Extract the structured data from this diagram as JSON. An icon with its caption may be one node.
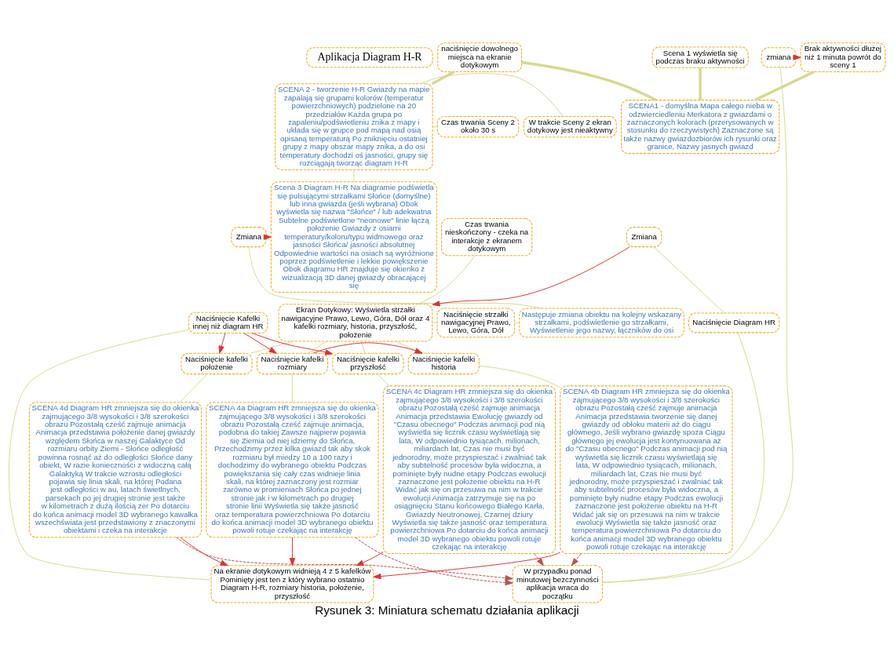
{
  "diagram": {
    "caption": "Rysunek 3: Miniatura schematu działania aplikacji",
    "nodes": [
      {
        "text": [
          "Aplikacja Diagram H-R"
        ]
      },
      {
        "text": [
          "Brak aktywności dłużej niż 1 minuta powrót do sceny 1"
        ]
      },
      {
        "text": [
          "SCENA1 - domyślna Mapa całego nieba w odzwierciedleniu Merkatora z gwiazdami o zaznaczonych kolorach (przerysowanych w stosunku do rzeczywistych) Zaznaczone są także nazwy gwiazdozbiorów ich rysunki oraz granice, Nazwy jasnych gwiazd"
        ]
      },
      {
        "text": [
          "Scena 1 wyświetla się podczas braku aktywności"
        ]
      },
      {
        "text": [
          "naciśnięcie dowolnego miejsca na ekranie dotykowym"
        ]
      },
      {
        "text": [
          "SCENA 2 - tworzenie H-R Gwiazdy na mapie zapalają się grupami kolorów (temperatur powierzchniowych) podzielone na 20 przedziałów Każda grupa po zapaleniu/podświetleniu znika z mapy i układa się w grupce pod mapą nad osią opisaną temperaturą Po zniknięciu ostatniej grupy z mapy obszar mapy znika, a do osi temperatury dochodzi oś jasności, grupy się rozciągają tworząc diagram H-R"
        ]
      },
      {
        "text": [
          "W trakcie Sceny 2 ekran dotykowy jest nieaktywny"
        ]
      },
      {
        "text": [
          "Czas trwania Sceny 2 około 30 s"
        ]
      },
      {
        "text": [
          "zmiana"
        ]
      },
      {
        "text": [
          "Zmiana"
        ]
      },
      {
        "text": [
          "Scena 3 Diagram H-R Na diagramie podświetla się pulsującymi strzałkami Słońce (domyślne) lub inna gwiazda (jeśli wybrana) Obok wyświetla się nazwa \"Słońce\" / lub adekwatna Subtelne podświetlone \"neonowe\" linie łączą położenie Gwiazdy z osiami temperatury/koloru/typu widmowego oraz jasności Słońca/ jasności absolutnej Odpowiednie wartości na osiach są wyróżnione poprzez podświetlenie i lekkie powiększenie Obok diagramu HR znajduje się okienko z wizualizacją 3D danej gwiazdy obracającej się"
        ]
      },
      {
        "text": [
          "Czas trwania nieskończony - czeka na interakcje z ekranem dotykowym"
        ]
      },
      {
        "text": [
          "Zmiana"
        ]
      },
      {
        "text": [
          "Ekran Dotykowy: Wyświetla strzałki nawigacyjne Prawo, Lewo, Góra, Dół oraz 4 kafelki rozmiary, historia, przyszłość, położenie"
        ]
      },
      {
        "text": [
          "Naciśnięcie strzałki nawigacyjnej Prawo, Lewo, Góra, Dół"
        ]
      },
      {
        "text": [
          "Następuje zmiana obiektu na kolejny wskazany strzałkami, podświetlenie go strzałkami, Wyświetlenie jego nazwy, łączników do osi"
        ]
      },
      {
        "text": [
          "Naciśnięcie Kafelki innej niż diagram HR"
        ]
      },
      {
        "text": [
          "Naciśnięcie kafelki rozmiary"
        ]
      },
      {
        "text": [
          "Naciśnięcie kafelki historia"
        ]
      },
      {
        "text": [
          "Naciśnięcie kafelki przyszłość"
        ]
      },
      {
        "text": [
          "Naciśnięcie kafelki położenie"
        ]
      },
      {
        "text": [
          "SCENA 4a Diagram HR zmniejsza się do okienka zajmującego 3/8 wysokości i 3/8 szerokości obrazu Pozostałą cześć zajmuje animacja, podobna do takiej Zawsze najpierw pojawia się Ziemia od niej idziemy do Słońca, Przechodzimy przez kilka gwiazd tak aby skok rozmiaru był miedzy 10 a 100 razy i dochodzimy do wybranego obiektu Podczas powiększania się cały czas widnieje linia skali, na której zaznaczony jest rozmiar zarówno w promieniach Słońca po jednej stronie jak i w kilometrach po drugiej stronie linii Wyświetla się także jasność oraz temperatura powierzchniowa Po dotarciu do końca animacji model 3D wybranego obiektu powoli rotuje czekając na interakcję"
        ]
      },
      {
        "text": [
          "SCENA 4b Diagram HR zmniejsza się do okienka zajmującego 3/8 wysokości i 3/8 szerokości obrazu Pozostałą cześć zajmuje animacja Animacja przedstawia tworzenie się danej gwiazdy od obłoku materii aż do ciągu głównego, Jeśli wybrano gwiazdę spoza Ciągu głównego jej ewolucja jest kontynuowana aż do \"Czasu obecnego\" Podczas animacji pod nią wyświetla się licznik czasu wyświetlają się lata, W odpowiednio tysiącach, milionach, miliardach lat, Czas nie musi być jednorodny, może przyspieszać i zwalniać tak aby subtelność procesów była widoczna, a pominięte były nudne etapy Podczas ewolucji zaznaczone jest położenie obiektu na H-R Widać jak się on przesuwa na nim w trakcie ewolucji Wyświetla się także jasność oraz temperatura powierzchniowa Po dotarciu do końca animacji model 3D wybranego obiektu powoli rotuje czekając na interakcję"
        ]
      },
      {
        "text": [
          "SCENA 4c Diagram HR zmniejsza się do okienka zajmującego 3/8 wysokości i 3/8 szerokości obrazu Pozostałą cześć zajmuje animacja Animacja przedstawia Ewolucję gwiazdy od \"Czasu obecnego\" Podczas animacji pod nią wyświetla się licznik czasu wyświetlają się lata, W odpowiednio tysiącach, milionach, miliardach lat, Czas nie musi być jednorodny, może przyspieszać i zwalniać tak aby subtelność procesów była widoczna, a pominięte były nudne etapy Podczas ewolucji zaznaczone jest położenie obiektu na H-R Widać jak się on przesuwa na nim w trakcie ewolucji Animacja zatrzymuje się na po osiągnięciu Stanu końcowego Białego Karła, Gwiazdy Neutronowej, Czarnej dziury Wyświetla się także jasność oraz temperatura powierzchniowa Po dotarciu do końca animacji model 3D wybranego obiektu powoli rotuje czekając na interakcję"
        ]
      },
      {
        "text": [
          "SCENA 4d Diagram HR zmniejsza się do okienka zajmującego 3/8 wysokości i 3/8 szerokości obrazu Pozostałą cześć zajmuje animacja Animacja przedstawia położenie danej gwiazdy względem Słońca w naszej Galaktyce Od rozmiaru orbity Ziemi - Słońce odległość powinna rosnąć aż do odległości Słońce dany obiekt, W razie konieczności z widoczną całą Galaktyką W trakcie wzrostu odległości pojawia się linia skali, na której Podana jest odległości w au, latach świetlnych, parsekach po jej drugiej stronie jest także w kilometrach z dużą ilością zer Po dotarciu do końca animacji model 3D wybranego kawałka wszechświata jest przedstawiony z znaczonymi obiektami i czeka na interakcje"
        ]
      },
      {
        "text": [
          "Naciśnięcie Diagram HR"
        ]
      },
      {
        "text": [
          "Na ekranie dotykowym widnieją 4 z 5 kafelków Pominięty jest ten z który wybrano ostatnio Diagram H-R, rozmiary historia, położenie, przyszłość"
        ]
      },
      {
        "text": [
          "W przypadku ponad minutowej bezczynności aplikacja wraca do początku"
        ]
      }
    ],
    "edges": [
      {
        "from": 1,
        "to": 2,
        "arrow": "none",
        "style": "thick"
      },
      {
        "from": 2,
        "to": 3,
        "arrow": "none",
        "style": "thick"
      },
      {
        "from": 2,
        "to": 4,
        "arrow": "none",
        "style": "thick"
      },
      {
        "from": 4,
        "to": 5,
        "arrow": "none",
        "style": "thick"
      },
      {
        "from": 5,
        "to": 6,
        "arrow": "none"
      },
      {
        "from": 5,
        "to": 7,
        "arrow": "none"
      },
      {
        "from": 5,
        "to": 10,
        "arrow": "none"
      },
      {
        "from": 8,
        "to": 1,
        "arrow": "to",
        "color": "#e03030"
      },
      {
        "from": 8,
        "to": 27,
        "arrow": "none"
      },
      {
        "from": 9,
        "to": 10,
        "arrow": "to",
        "color": "#e03030"
      },
      {
        "from": 9,
        "to": 15,
        "arrow": "none"
      },
      {
        "from": 11,
        "to": 13,
        "arrow": "none"
      },
      {
        "from": 12,
        "to": 13,
        "arrow": "to",
        "color": "#e03030"
      },
      {
        "from": 12,
        "to": 25,
        "arrow": "none"
      },
      {
        "from": 13,
        "to": 14,
        "arrow": "none"
      },
      {
        "from": 14,
        "to": 15,
        "arrow": "none"
      },
      {
        "from": 13,
        "to": 17,
        "arrow": "none"
      },
      {
        "from": 13,
        "to": 18,
        "arrow": "none"
      },
      {
        "from": 13,
        "to": 19,
        "arrow": "none"
      },
      {
        "from": 13,
        "to": 20,
        "arrow": "none"
      },
      {
        "from": 16,
        "to": 17,
        "arrow": "to",
        "color": "#e03030"
      },
      {
        "from": 17,
        "to": 18,
        "arrow": "to",
        "color": "#e03030"
      },
      {
        "from": 16,
        "to": 19,
        "arrow": "to",
        "color": "#e03030"
      },
      {
        "from": 16,
        "to": 20,
        "arrow": "to",
        "color": "#e03030"
      },
      {
        "from": 16,
        "to": 26,
        "arrow": "none"
      },
      {
        "from": 17,
        "to": 21,
        "arrow": "none"
      },
      {
        "from": 18,
        "to": 22,
        "arrow": "none"
      },
      {
        "from": 19,
        "to": 23,
        "arrow": "none"
      },
      {
        "from": 20,
        "to": 24,
        "arrow": "none"
      },
      {
        "from": 25,
        "to": 27,
        "arrow": "none"
      },
      {
        "from": 21,
        "to": 26,
        "arrow": "to",
        "color": "#e03030"
      },
      {
        "from": 22,
        "to": 26,
        "arrow": "to",
        "color": "#e03030"
      },
      {
        "from": 23,
        "to": 26,
        "arrow": "to",
        "color": "#e03030"
      },
      {
        "from": 24,
        "to": 26,
        "arrow": "to",
        "color": "#e03030"
      },
      {
        "from": 21,
        "to": 27,
        "arrow": "to",
        "style": "dashed",
        "color": "#c05050"
      },
      {
        "from": 22,
        "to": 27,
        "arrow": "to",
        "style": "dashed",
        "color": "#c05050"
      },
      {
        "from": 23,
        "to": 27,
        "arrow": "to",
        "style": "dashed",
        "color": "#c05050"
      },
      {
        "from": 24,
        "to": 27,
        "arrow": "to",
        "style": "dashed",
        "color": "#c05050"
      }
    ]
  }
}
